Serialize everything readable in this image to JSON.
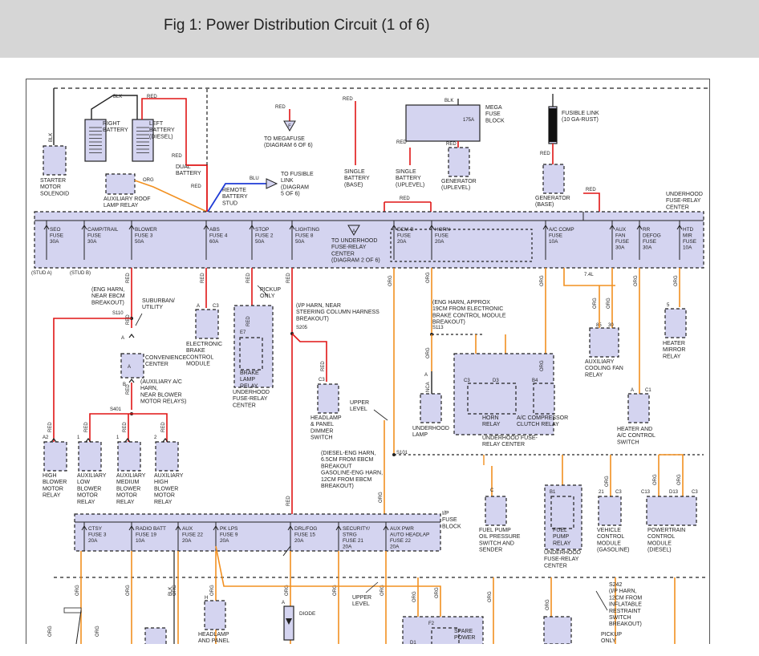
{
  "header": {
    "title": "Fig 1: Power Distribution Circuit (1 of 6)"
  },
  "colors": {
    "red": "#e01515",
    "orange": "#f29020",
    "blue": "#1f3bd6",
    "box_fill": "#d4d4f0",
    "header_bg": "#d6d6d6"
  },
  "wire_labels": {
    "red": "RED",
    "blk": "BLK",
    "org": "ORG",
    "blu": "BLU",
    "nca": "NCA"
  },
  "top": {
    "starter": [
      "STARTER",
      "MOTOR",
      "SOLENOID"
    ],
    "right_battery": [
      "RIGHT",
      "BATTERY"
    ],
    "left_battery": [
      "LEFT",
      "BATTERY",
      "(DIESEL)"
    ],
    "aux_roof": [
      "AUXILIARY ROOF",
      "LAMP RELAY"
    ],
    "dual_battery": [
      "DUAL",
      "BATTERY"
    ],
    "remote_stud": [
      "REMOTE",
      "BATTERY",
      "STUD"
    ],
    "to_fusible": [
      "TO FUSIBLE",
      "LINK",
      "(DIAGRAM",
      "5 OF 6)"
    ],
    "to_megafuse": [
      "TO MEGAFUSE",
      "(DIAGRAM 6 OF 6)"
    ],
    "single_base": [
      "SINGLE",
      "BATTERY",
      "(BASE)"
    ],
    "single_uplevel": [
      "SINGLE",
      "BATTERY",
      "(UPLEVEL)"
    ],
    "mega_fuse": [
      "MEGA",
      "FUSE",
      "BLOCK"
    ],
    "mega_amp": "175A",
    "gen_uplevel": [
      "GENERATOR",
      "(UPLEVEL)"
    ],
    "fusible_link": [
      "FUSIBLE LINK",
      "(10 GA-RUST)"
    ],
    "gen_base": [
      "GENERATOR",
      "(BASE)"
    ],
    "connector_f": "F",
    "connector_a": "A"
  },
  "underhood_center": {
    "label": [
      "UNDERHOOD",
      "FUSE-RELAY",
      "CENTER"
    ],
    "stud_a": "(STUD A)",
    "stud_b": "(STUD B)",
    "to_center": [
      "TO UNDERHOOD",
      "FUSE-RELAY",
      "CENTER",
      "(DIAGRAM 2 OF 6)"
    ],
    "fuses": [
      [
        "SEO",
        "FUSE",
        "30A"
      ],
      [
        "CAMP/TRAIL",
        "FUSE",
        "30A"
      ],
      [
        "BLOWER",
        "FUSE 3",
        "50A"
      ],
      [
        "ABS",
        "FUSE 4",
        "60A"
      ],
      [
        "STOP",
        "FUSE 2",
        "50A"
      ],
      [
        "LIGHTING",
        "FUSE 8",
        "50A"
      ],
      [
        "ECM-B",
        "FUSE",
        "20A"
      ],
      [
        "HORN",
        "FUSE",
        "20A"
      ],
      [
        "A/C COMP",
        "FUSE",
        "10A"
      ],
      [
        "AUX",
        "FAN",
        "FUSE",
        "30A"
      ],
      [
        "RR",
        "DEFOG",
        "FUSE",
        "30A"
      ],
      [
        "HTD",
        "MIR",
        "FUSE",
        "10A"
      ]
    ]
  },
  "middle": {
    "eng_harn": [
      "(ENG HARN,",
      "NEAR EBCM",
      "BREAKOUT)"
    ],
    "suburban": [
      "SUBURBAN/",
      "UTILITY"
    ],
    "s110": "S110",
    "pickup_only": [
      "PICKUP",
      "ONLY"
    ],
    "ip_harn": [
      "(I/P HARN, NEAR",
      "STEERING COLUMN HARNESS",
      "BREAKOUT)"
    ],
    "s205": "S205",
    "eng_harn_approx": [
      "(ENG HARN, APPROX",
      "19CM FROM ELECTRONIC",
      "BRAKE CONTROL MODULE",
      "BREAKOUT)"
    ],
    "s113": "S113",
    "splice_74l": "7.4L",
    "ebcm": [
      "ELECTRONIC",
      "BRAKE",
      "CONTROL",
      "MODULE"
    ],
    "ebcm_pins": [
      "A",
      "C3"
    ],
    "brake_lamp": [
      "BRAKE",
      "LAMP",
      "RELAY"
    ],
    "brake_lamp_pin": "E7",
    "brake_lamp_center": [
      "UNDERHOOD",
      "FUSE-RELAY",
      "CENTER"
    ],
    "convenience": [
      "CONVENIENCE",
      "CENTER"
    ],
    "aux_ac_harn": [
      "(AUXILIARY A/C",
      "HARN,",
      "NEAR BLOWER",
      "MOTOR RELAYS)"
    ],
    "s401": "S401",
    "headlamp_dimmer": [
      "HEADLAMP",
      "& PANEL",
      "DIMMER",
      "SWITCH"
    ],
    "upper_level": [
      "UPPER",
      "LEVEL"
    ],
    "diesel_harn": [
      "(DIESEL-ENG HARN,",
      "6.5CM FROM EBCM",
      "BREAKOUT",
      "GASOLINE-ENG HARN,",
      "12CM FROM EBCM",
      "BREAKOUT)"
    ],
    "s101": "S101",
    "aux_fan": [
      "AUXILIARY",
      "COOLING FAN",
      "RELAY"
    ],
    "heater_mirror": [
      "HEATER",
      "MIRROR",
      "RELAY"
    ],
    "heater_ac": [
      "HEATER AND",
      "A/C CONTROL",
      "SWITCH"
    ],
    "underhood_lamp": [
      "UNDERHOOD",
      "LAMP"
    ],
    "horn_relay": [
      "HORN",
      "RELAY"
    ],
    "ac_clutch": [
      "A/C COMPRESSOR",
      "CLUTCH RELAY"
    ],
    "relay_center": [
      "UNDERHOOD FUSE-",
      "RELAY CENTER"
    ],
    "relay_pins": [
      "C3",
      "D3",
      "B4"
    ],
    "aux_fan_pins": [
      "85",
      "30"
    ],
    "heater_mirror_pin": "5",
    "heater_ac_pins": [
      "A",
      "C1"
    ],
    "underhood_lamp_pin": "A",
    "conv_pins": [
      "A",
      "B"
    ]
  },
  "relays_row": {
    "high_blower": [
      "HIGH",
      "BLOWER",
      "MOTOR",
      "RELAY"
    ],
    "aux_low": [
      "AUXILIARY",
      "LOW",
      "BLOWER",
      "MOTOR",
      "RELAY"
    ],
    "aux_med": [
      "AUXILIARY",
      "MEDIUM",
      "BLOWER",
      "MOTOR",
      "RELAY"
    ],
    "aux_high": [
      "AUXILIARY",
      "HIGH",
      "BLOWER",
      "MOTOR",
      "RELAY"
    ],
    "pins": [
      "A2",
      "1",
      "1",
      "2"
    ]
  },
  "right_row": {
    "fuel_pump_sw": [
      "FUEL PUMP",
      "OIL PRESSURE",
      "SWITCH AND",
      "SENDER"
    ],
    "fuel_pump_relay": [
      "FUEL",
      "PUMP",
      "RELAY"
    ],
    "fuel_pump_center": [
      "UNDERHOOD",
      "FUSE-RELAY",
      "CENTER"
    ],
    "vcm": [
      "VEHICLE",
      "CONTROL",
      "MODULE",
      "(GASOLINE)"
    ],
    "pcm": [
      "POWERTRAIN",
      "CONTROL",
      "MODULE",
      "(DIESEL)"
    ],
    "pins": [
      "C",
      "B1",
      "21",
      "C3",
      "C13",
      "D13",
      "C3"
    ]
  },
  "ip_block": {
    "label": [
      "I/P",
      "FUSE",
      "BLOCK"
    ],
    "fuses": [
      [
        "CTSY",
        "FUSE 3",
        "20A"
      ],
      [
        "RADIO BATT",
        "FUSE 19",
        "10A"
      ],
      [
        "AUX",
        "FUSE 22",
        "20A"
      ],
      [
        "PK LPS",
        "FUSE 9",
        "20A"
      ],
      [
        "DRL/FOG",
        "FUSE 15",
        "20A"
      ],
      [
        "SECURITY/",
        "STRG",
        "FUSE 21",
        "20A"
      ],
      [
        "AUX PWR",
        "AUTO HEADLAP",
        "FUSE 22",
        "20A"
      ]
    ]
  },
  "bottom": {
    "upper_level": [
      "UPPER",
      "LEVEL"
    ],
    "diode": "DIODE",
    "s242": [
      "S242",
      "(I/P HARN,",
      "12CM FROM",
      "INFLATABLE",
      "RESTRAINT",
      "SWITCH",
      "BREAKOUT)"
    ],
    "headlamp_panel": [
      "HEADLAMP",
      "AND PANEL"
    ],
    "spare_power": [
      "SPARE",
      "POWER"
    ],
    "pickup_only": [
      "PICKUP",
      "ONLY"
    ],
    "pins": [
      "F2",
      "D1",
      "A",
      "H",
      "A"
    ]
  }
}
